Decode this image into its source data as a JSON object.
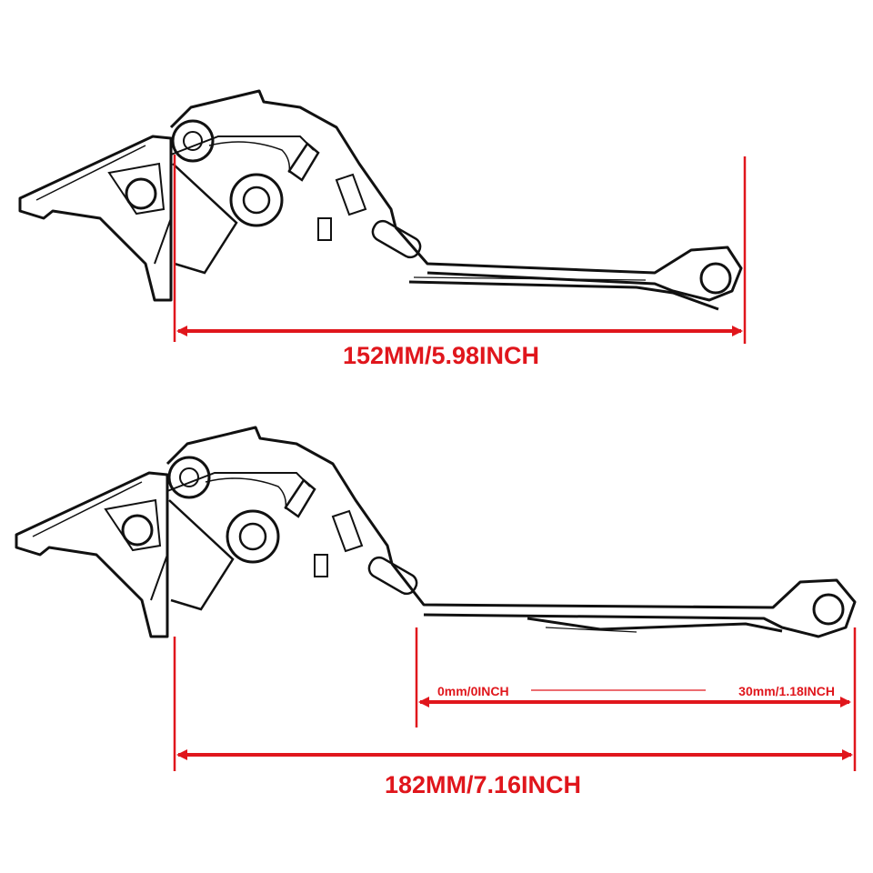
{
  "dimensions": {
    "short_lever_length": "152MM/5.98INCH",
    "long_lever_length": "182MM/7.16INCH",
    "adjust_range_min": "0mm/0INCH",
    "adjust_range_max": "30mm/1.18INCH"
  },
  "colors": {
    "dimension_red": "#e0161c",
    "line_art": "#111111",
    "background": "#ffffff"
  }
}
